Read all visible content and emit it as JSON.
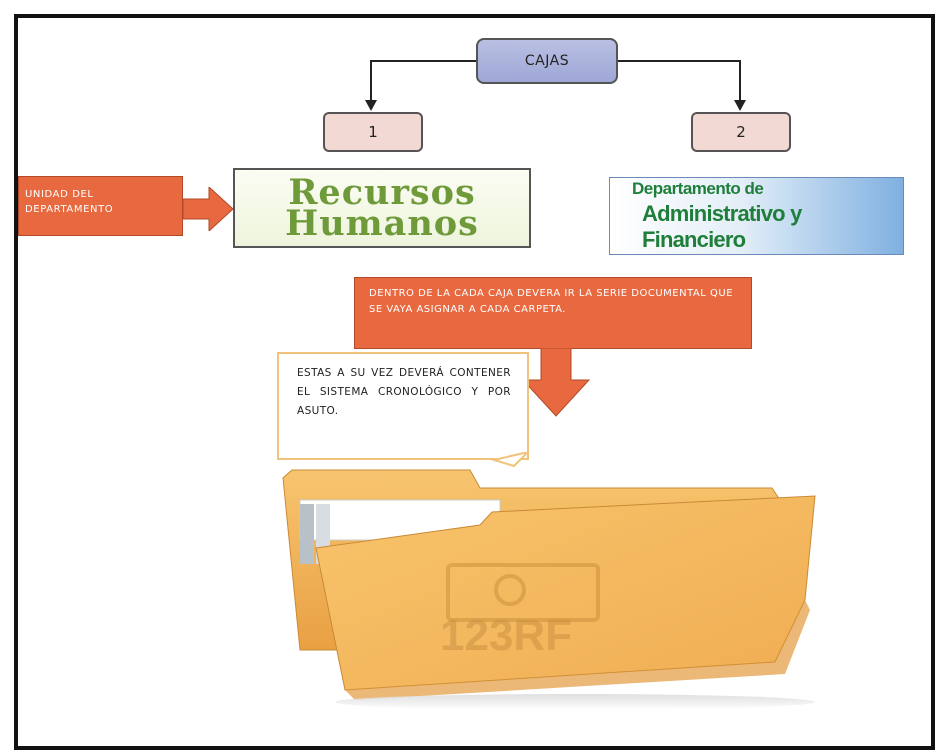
{
  "diagram": {
    "root": {
      "label": "CAJAS"
    },
    "boxes": [
      {
        "label": "1"
      },
      {
        "label": "2"
      }
    ],
    "unit_label": "UNIDAD DEL DEPARTAMENTO",
    "dept1": {
      "line1": "Recursos",
      "line2": "Humanos"
    },
    "dept2": {
      "line1": "Departamento de",
      "line2": "Administrativo y Financiero"
    },
    "callout": "DENTRO DE LA CADA CAJA DEVERA IR LA SERIE DOCUMENTAL QUE SE VAYA ASIGNAR A CADA CARPETA.",
    "note": "ESTAS A SU VEZ DEVERÁ CONTENER EL SISTEMA CRONOLÓGICO Y POR ASUTO.",
    "image": {
      "icon": "folder-icon",
      "watermark": "123RF"
    }
  },
  "colors": {
    "orange": "#e8683f",
    "folder": "#f3b45a",
    "root": "#a9b1dd",
    "number_box": "#f3d9d3"
  }
}
